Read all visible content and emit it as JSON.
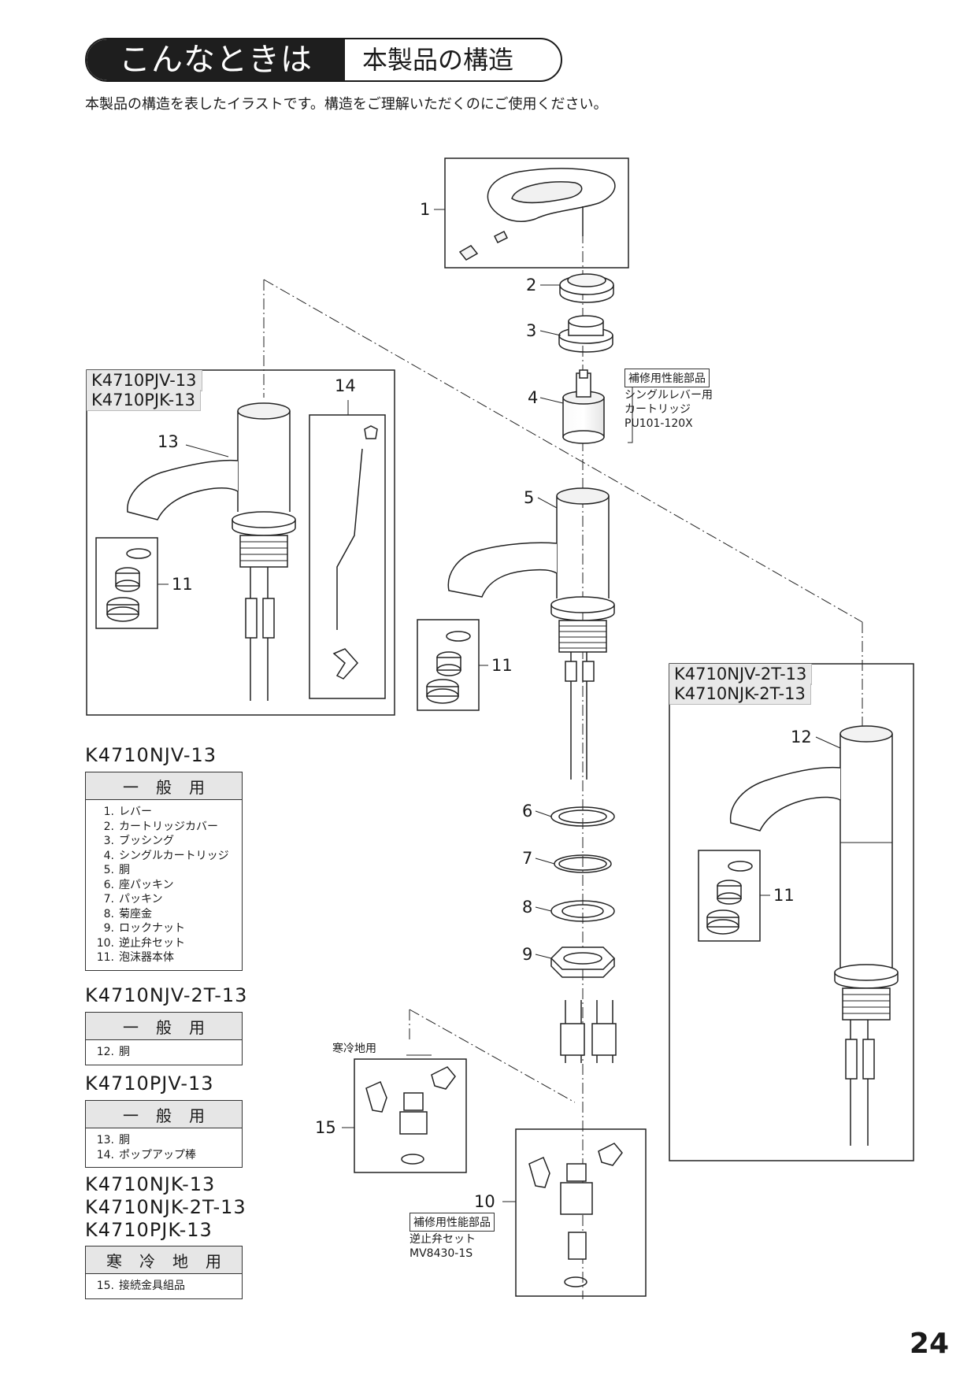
{
  "header": {
    "badge": "こんなときは",
    "title": "本製品の構造"
  },
  "intro": "本製品の構造を表したイラストです。構造をご理解いただくのにご使用ください。",
  "tables": [
    {
      "model": "K4710NJV-13",
      "heading": "一般用",
      "rows": [
        {
          "n": "1.",
          "t": "レバー"
        },
        {
          "n": "2.",
          "t": "カートリッジカバー"
        },
        {
          "n": "3.",
          "t": "ブッシング"
        },
        {
          "n": "4.",
          "t": "シングルカートリッジ"
        },
        {
          "n": "5.",
          "t": "胴"
        },
        {
          "n": "6.",
          "t": "座パッキン"
        },
        {
          "n": "7.",
          "t": "パッキン"
        },
        {
          "n": "8.",
          "t": "菊座金"
        },
        {
          "n": "9.",
          "t": "ロックナット"
        },
        {
          "n": "10.",
          "t": "逆止弁セット"
        },
        {
          "n": "11.",
          "t": "泡沫器本体"
        }
      ]
    },
    {
      "model": "K4710NJV-2T-13",
      "heading": "一般用",
      "rows": [
        {
          "n": "12.",
          "t": "胴"
        }
      ]
    },
    {
      "model": "K4710PJV-13",
      "heading": "一般用",
      "rows": [
        {
          "n": "13.",
          "t": "胴"
        },
        {
          "n": "14.",
          "t": "ポップアップ棒"
        }
      ]
    },
    {
      "model_lines": [
        "K4710NJK-13",
        "K4710NJK-2T-13",
        "K4710PJK-13"
      ],
      "heading": "寒冷地用",
      "rows": [
        {
          "n": "15.",
          "t": "接続金具組品"
        }
      ]
    }
  ],
  "diagram": {
    "left_box": {
      "models": [
        "K4710PJV-13",
        "K4710PJK-13"
      ]
    },
    "right_box": {
      "models": [
        "K4710NJV-2T-13",
        "K4710NJK-2T-13"
      ]
    },
    "cartridge_note": {
      "tag": "補修用性能部品",
      "lines": [
        "シングルレバー用",
        "カートリッジ",
        "PU101-120X"
      ]
    },
    "valve_note": {
      "tag": "補修用性能部品",
      "lines": [
        "逆止弁セット",
        "MV8430-1S"
      ]
    },
    "cold_label": "寒冷地用",
    "callouts": {
      "c1": "1",
      "c2": "2",
      "c3": "3",
      "c4": "4",
      "c5": "5",
      "c6": "6",
      "c7": "7",
      "c8": "8",
      "c9": "9",
      "c10": "10",
      "c11a": "11",
      "c11b": "11",
      "c11c": "11",
      "c12": "12",
      "c13": "13",
      "c14": "14",
      "c15": "15"
    }
  },
  "page_number": "24"
}
